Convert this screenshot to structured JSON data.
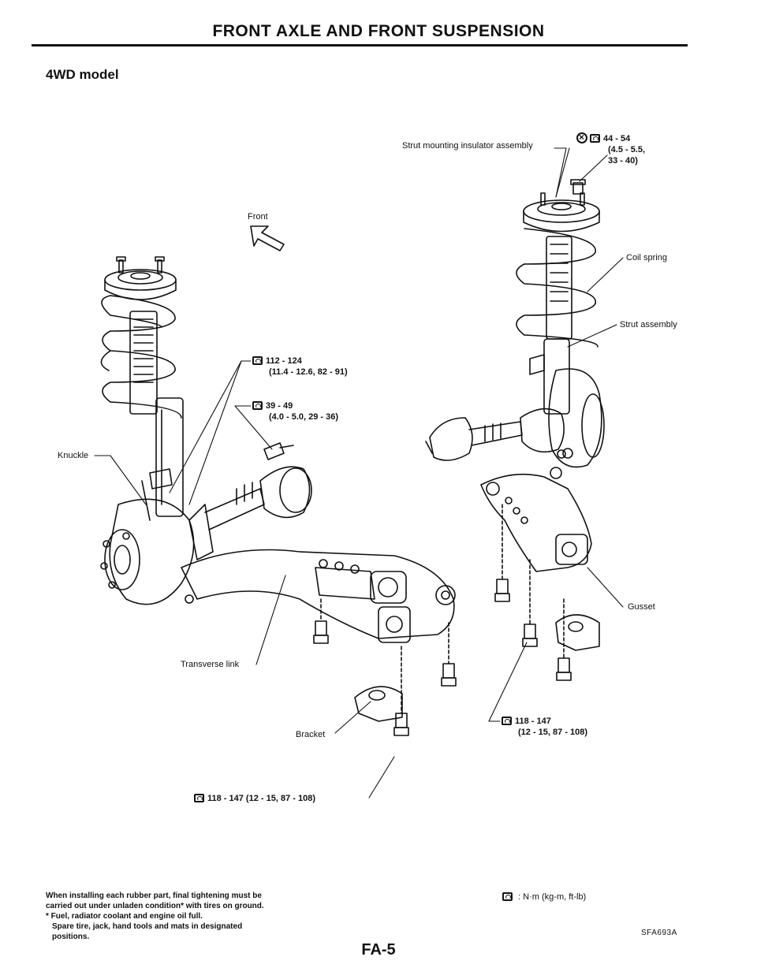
{
  "header": {
    "title": "FRONT AXLE AND FRONT SUSPENSION"
  },
  "section": {
    "title": "4WD model"
  },
  "labels": {
    "strut_mounting": "Strut mounting insulator assembly",
    "front": "Front",
    "coil_spring": "Coil spring",
    "strut_assembly": "Strut assembly",
    "knuckle": "Knuckle",
    "gusset": "Gusset",
    "transverse_link": "Transverse link",
    "bracket": "Bracket"
  },
  "torque_specs": {
    "strut_top": {
      "line1": "44 - 54",
      "line2": "(4.5 - 5.5,",
      "line3": "33 - 40)"
    },
    "knuckle_upper": {
      "line1": "112 - 124",
      "line2": "(11.4 - 12.6, 82 - 91)"
    },
    "knuckle_lower": {
      "line1": "39 - 49",
      "line2": "(4.0 - 5.0, 29 - 36)"
    },
    "gusset_bolt": {
      "line1": "118 - 147",
      "line2": "(12 - 15, 87 - 108)"
    },
    "bracket_bolt": {
      "line1": "118 - 147 (12 - 15, 87 - 108)"
    }
  },
  "footnote": {
    "line1": "When installing each rubber part, final tightening must be",
    "line2": "carried out under unladen condition* with tires on ground.",
    "line3": "* Fuel, radiator coolant and engine oil full.",
    "line4": "Spare tire, jack, hand tools and mats in designated",
    "line5": "positions."
  },
  "legend": {
    "text": ": N·m (kg-m, ft-lb)"
  },
  "figure_code": "SFA693A",
  "page_number": "FA-5",
  "icons": {
    "torque": "torque-wrench-icon",
    "non_reusable": "non-reusable-part-icon",
    "front_arrow": "front-direction-arrow-icon"
  }
}
